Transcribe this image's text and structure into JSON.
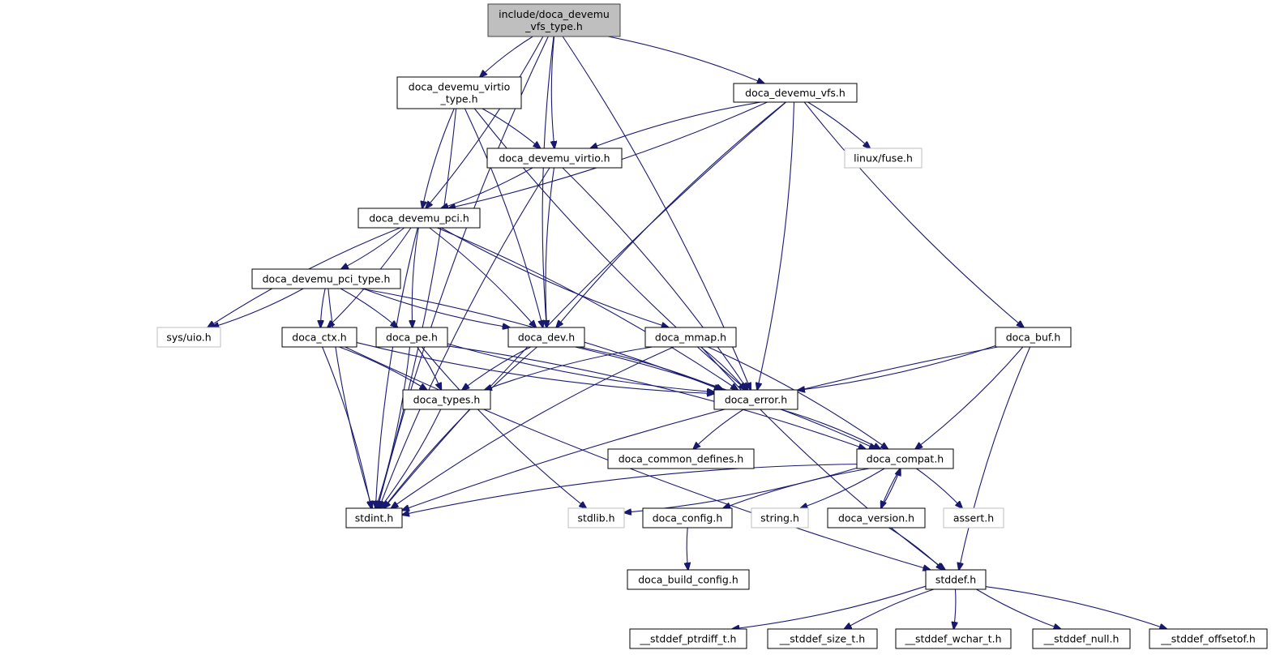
{
  "title": "include/doca_devemu_vfs_type.h include dependency graph",
  "colors": {
    "edge": "#191970",
    "root_fill": "#bfbfbf",
    "external_border": "#bfbfbf"
  },
  "nodes": {
    "root": {
      "lines": [
        "include/doca_devemu",
        "_vfs_type.h"
      ],
      "kind": "root"
    },
    "virtio_type": {
      "lines": [
        "doca_devemu_virtio",
        "_type.h"
      ],
      "kind": "internal"
    },
    "vfs": {
      "lines": [
        "doca_devemu_vfs.h"
      ],
      "kind": "internal"
    },
    "virtio": {
      "lines": [
        "doca_devemu_virtio.h"
      ],
      "kind": "internal"
    },
    "fuse": {
      "lines": [
        "linux/fuse.h"
      ],
      "kind": "external"
    },
    "pci": {
      "lines": [
        "doca_devemu_pci.h"
      ],
      "kind": "internal"
    },
    "pci_type": {
      "lines": [
        "doca_devemu_pci_type.h"
      ],
      "kind": "internal"
    },
    "uio": {
      "lines": [
        "sys/uio.h"
      ],
      "kind": "external"
    },
    "ctx": {
      "lines": [
        "doca_ctx.h"
      ],
      "kind": "internal"
    },
    "pe": {
      "lines": [
        "doca_pe.h"
      ],
      "kind": "internal"
    },
    "dev": {
      "lines": [
        "doca_dev.h"
      ],
      "kind": "internal"
    },
    "mmap": {
      "lines": [
        "doca_mmap.h"
      ],
      "kind": "internal"
    },
    "buf": {
      "lines": [
        "doca_buf.h"
      ],
      "kind": "internal"
    },
    "types": {
      "lines": [
        "doca_types.h"
      ],
      "kind": "internal"
    },
    "error": {
      "lines": [
        "doca_error.h"
      ],
      "kind": "internal"
    },
    "common_defines": {
      "lines": [
        "doca_common_defines.h"
      ],
      "kind": "internal"
    },
    "compat": {
      "lines": [
        "doca_compat.h"
      ],
      "kind": "internal"
    },
    "stdint": {
      "lines": [
        "stdint.h"
      ],
      "kind": "internal"
    },
    "stdlib": {
      "lines": [
        "stdlib.h"
      ],
      "kind": "external"
    },
    "config": {
      "lines": [
        "doca_config.h"
      ],
      "kind": "internal"
    },
    "string": {
      "lines": [
        "string.h"
      ],
      "kind": "external"
    },
    "version": {
      "lines": [
        "doca_version.h"
      ],
      "kind": "internal"
    },
    "assert": {
      "lines": [
        "assert.h"
      ],
      "kind": "external"
    },
    "build_config": {
      "lines": [
        "doca_build_config.h"
      ],
      "kind": "internal"
    },
    "stddef": {
      "lines": [
        "stddef.h"
      ],
      "kind": "internal"
    },
    "ptrdiff": {
      "lines": [
        "__stddef_ptrdiff_t.h"
      ],
      "kind": "internal"
    },
    "size_t": {
      "lines": [
        "__stddef_size_t.h"
      ],
      "kind": "internal"
    },
    "wchar_t": {
      "lines": [
        "__stddef_wchar_t.h"
      ],
      "kind": "internal"
    },
    "null": {
      "lines": [
        "__stddef_null.h"
      ],
      "kind": "internal"
    },
    "offsetof": {
      "lines": [
        "__stddef_offsetof.h"
      ],
      "kind": "internal"
    }
  },
  "edges": [
    [
      "root",
      "virtio_type"
    ],
    [
      "root",
      "vfs"
    ],
    [
      "root",
      "virtio"
    ],
    [
      "root",
      "pci"
    ],
    [
      "root",
      "dev"
    ],
    [
      "root",
      "error"
    ],
    [
      "root",
      "stdint"
    ],
    [
      "virtio_type",
      "virtio"
    ],
    [
      "virtio_type",
      "pci"
    ],
    [
      "virtio_type",
      "dev"
    ],
    [
      "virtio_type",
      "error"
    ],
    [
      "virtio_type",
      "stdint"
    ],
    [
      "vfs",
      "virtio"
    ],
    [
      "vfs",
      "pci"
    ],
    [
      "vfs",
      "dev"
    ],
    [
      "vfs",
      "error"
    ],
    [
      "vfs",
      "stdint"
    ],
    [
      "vfs",
      "fuse"
    ],
    [
      "vfs",
      "buf"
    ],
    [
      "virtio",
      "pci"
    ],
    [
      "virtio",
      "dev"
    ],
    [
      "virtio",
      "error"
    ],
    [
      "virtio",
      "stdint"
    ],
    [
      "pci",
      "pci_type"
    ],
    [
      "pci",
      "uio"
    ],
    [
      "pci",
      "ctx"
    ],
    [
      "pci",
      "pe"
    ],
    [
      "pci",
      "dev"
    ],
    [
      "pci",
      "mmap"
    ],
    [
      "pci",
      "error"
    ],
    [
      "pci",
      "stdint"
    ],
    [
      "pci_type",
      "uio"
    ],
    [
      "pci_type",
      "ctx"
    ],
    [
      "pci_type",
      "pe"
    ],
    [
      "pci_type",
      "dev"
    ],
    [
      "pci_type",
      "error"
    ],
    [
      "pci_type",
      "stdint"
    ],
    [
      "ctx",
      "types"
    ],
    [
      "ctx",
      "error"
    ],
    [
      "ctx",
      "stdint"
    ],
    [
      "ctx",
      "stddef"
    ],
    [
      "pe",
      "types"
    ],
    [
      "pe",
      "error"
    ],
    [
      "pe",
      "stdint"
    ],
    [
      "pe",
      "stdlib"
    ],
    [
      "pe",
      "compat"
    ],
    [
      "dev",
      "types"
    ],
    [
      "dev",
      "error"
    ],
    [
      "dev",
      "stdint"
    ],
    [
      "dev",
      "compat"
    ],
    [
      "mmap",
      "types"
    ],
    [
      "mmap",
      "error"
    ],
    [
      "mmap",
      "stdint"
    ],
    [
      "mmap",
      "compat"
    ],
    [
      "mmap",
      "stddef"
    ],
    [
      "buf",
      "error"
    ],
    [
      "buf",
      "stdint"
    ],
    [
      "buf",
      "compat"
    ],
    [
      "buf",
      "stddef"
    ],
    [
      "types",
      "stdint"
    ],
    [
      "error",
      "common_defines"
    ],
    [
      "error",
      "compat"
    ],
    [
      "compat",
      "stdint"
    ],
    [
      "compat",
      "stdlib"
    ],
    [
      "compat",
      "config"
    ],
    [
      "compat",
      "string"
    ],
    [
      "compat",
      "version"
    ],
    [
      "compat",
      "assert"
    ],
    [
      "version",
      "compat"
    ],
    [
      "version",
      "stddef"
    ],
    [
      "config",
      "build_config"
    ],
    [
      "stddef",
      "ptrdiff"
    ],
    [
      "stddef",
      "size_t"
    ],
    [
      "stddef",
      "wchar_t"
    ],
    [
      "stddef",
      "null"
    ],
    [
      "stddef",
      "offsetof"
    ]
  ]
}
